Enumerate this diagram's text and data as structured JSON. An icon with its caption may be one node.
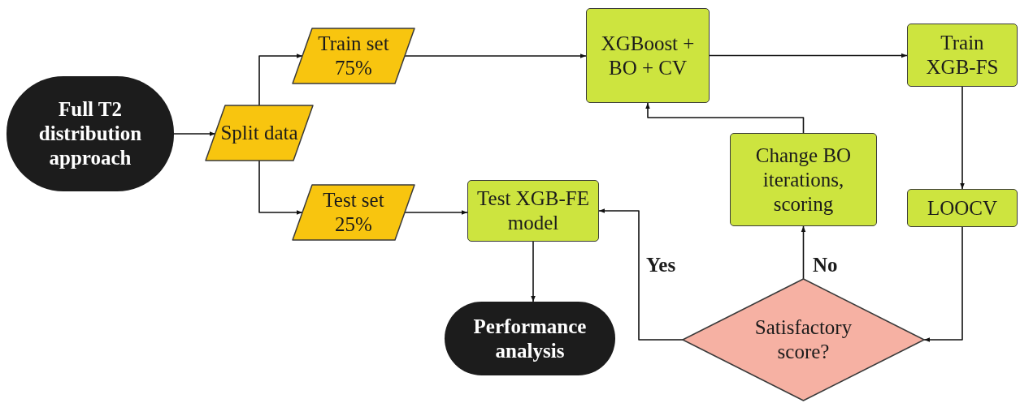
{
  "diagram": {
    "nodes": [
      {
        "text": [
          "Full T2 distribution approach"
        ]
      },
      {
        "text": [
          "Split data"
        ]
      },
      {
        "text": [
          "Train set 75%"
        ]
      },
      {
        "text": [
          "Test set 25%"
        ]
      },
      {
        "text": [
          "XGBoost + BO + CV"
        ]
      },
      {
        "text": [
          "Train XGB-FS"
        ]
      },
      {
        "text": [
          "Test XGB-FE model"
        ]
      },
      {
        "text": [
          "Change BO iterations, scoring"
        ]
      },
      {
        "text": [
          "LOOCV"
        ]
      },
      {
        "text": [
          "Performance analysis"
        ]
      },
      {
        "text": [
          "Satisfactory score?"
        ]
      }
    ],
    "edges": [
      {
        "from": 0,
        "to": 1,
        "arrow": "to"
      },
      {
        "from": 1,
        "to": 2,
        "arrow": "to"
      },
      {
        "from": 1,
        "to": 3,
        "arrow": "to"
      },
      {
        "from": 2,
        "to": 4,
        "arrow": "to"
      },
      {
        "from": 3,
        "to": 6,
        "arrow": "to"
      },
      {
        "from": 4,
        "to": 5,
        "arrow": "to"
      },
      {
        "from": 5,
        "to": 8,
        "arrow": "to"
      },
      {
        "from": 8,
        "to": 10,
        "arrow": "to"
      },
      {
        "from": 10,
        "to": 7,
        "arrow": "to",
        "label": "No"
      },
      {
        "from": 7,
        "to": 4,
        "arrow": "to"
      },
      {
        "from": 10,
        "to": 6,
        "arrow": "to",
        "label": "Yes"
      },
      {
        "from": 6,
        "to": 9,
        "arrow": "to"
      }
    ]
  }
}
